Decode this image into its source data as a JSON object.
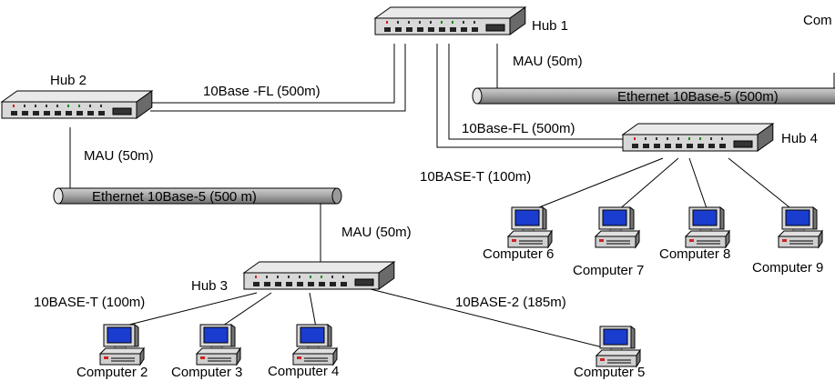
{
  "hubs": [
    {
      "id": "hub1",
      "label": "Hub 1"
    },
    {
      "id": "hub2",
      "label": "Hub 2"
    },
    {
      "id": "hub3",
      "label": "Hub 3"
    },
    {
      "id": "hub4",
      "label": "Hub 4"
    }
  ],
  "links": {
    "hub2_hub1": "10Base -FL (500m)",
    "hub1_hub4": "10Base-FL (500m)",
    "hub1_mau": "MAU (50m)",
    "hub2_mau": "MAU (50m)",
    "hub3_mau": "MAU (50m)",
    "hub4_10baset": "10BASE-T (100m)",
    "hub3_10baset": "10BASE-T (100m)",
    "hub3_10base2": "10BASE-2 (185m)"
  },
  "cables": {
    "top": "Ethernet 10Base-5 (500m)",
    "left": "Ethernet 10Base-5 (500 m)"
  },
  "computers": [
    {
      "id": "c2",
      "label": "Computer 2"
    },
    {
      "id": "c3",
      "label": "Computer 3"
    },
    {
      "id": "c4",
      "label": "Computer 4"
    },
    {
      "id": "c5",
      "label": "Computer 5"
    },
    {
      "id": "c6",
      "label": "Computer 6"
    },
    {
      "id": "c7",
      "label": "Computer 7"
    },
    {
      "id": "c8",
      "label": "Computer 8"
    },
    {
      "id": "c9",
      "label": "Computer 9"
    }
  ],
  "cutoff_label": "Com"
}
